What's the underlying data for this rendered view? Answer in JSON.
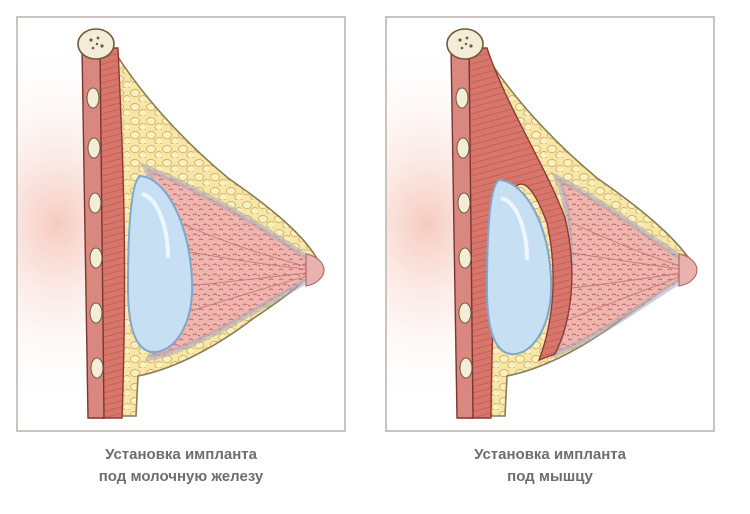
{
  "panels": [
    {
      "id": "left",
      "caption_line1": "Установка импланта",
      "caption_line2": "под молочную железу"
    },
    {
      "id": "right",
      "caption_line1": "Установка импланта",
      "caption_line2": "под мышцу"
    }
  ],
  "colors": {
    "panel_border": "#c9c4bf",
    "skin_glow": "#f6c8bc",
    "muscle": "#d9766c",
    "muscle_dark": "#b24e48",
    "fat": "#f7e6a6",
    "fat_outline": "#cdb062",
    "gland": "#e8a5a0",
    "implant": "#c6dff3",
    "implant_outline": "#7fa7c9",
    "caption_text": "#6e6e6e"
  },
  "icons": [
    "rib-bone-icon",
    "breast-implant-icon"
  ]
}
